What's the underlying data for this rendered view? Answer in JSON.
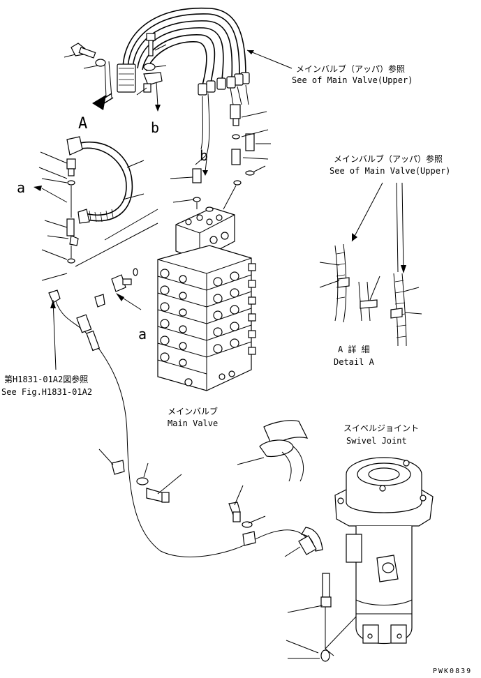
{
  "labels": {
    "upper_ref_top": {
      "jp": "メインバルブ（アッパ）参照",
      "en": "See of Main Valve(Upper)"
    },
    "upper_ref_right": {
      "jp": "メインバルブ（アッパ）参照",
      "en": "See of Main Valve(Upper)"
    },
    "detail": {
      "jp": "A 詳 細",
      "en": "Detail A"
    },
    "fig_ref": {
      "jp": "第H1831-01A2図参照",
      "en": "See Fig.H1831-01A2"
    },
    "main_valve": {
      "jp": "メインバルブ",
      "en": "Main Valve"
    },
    "swivel": {
      "jp": "スイベルジョイント",
      "en": "Swivel Joint"
    },
    "view_a": "A",
    "ref_a_upper": "a",
    "ref_a_lower": "a",
    "ref_b_upper": "b",
    "ref_b_lower": "b",
    "drawing_code": "PWK0839"
  }
}
